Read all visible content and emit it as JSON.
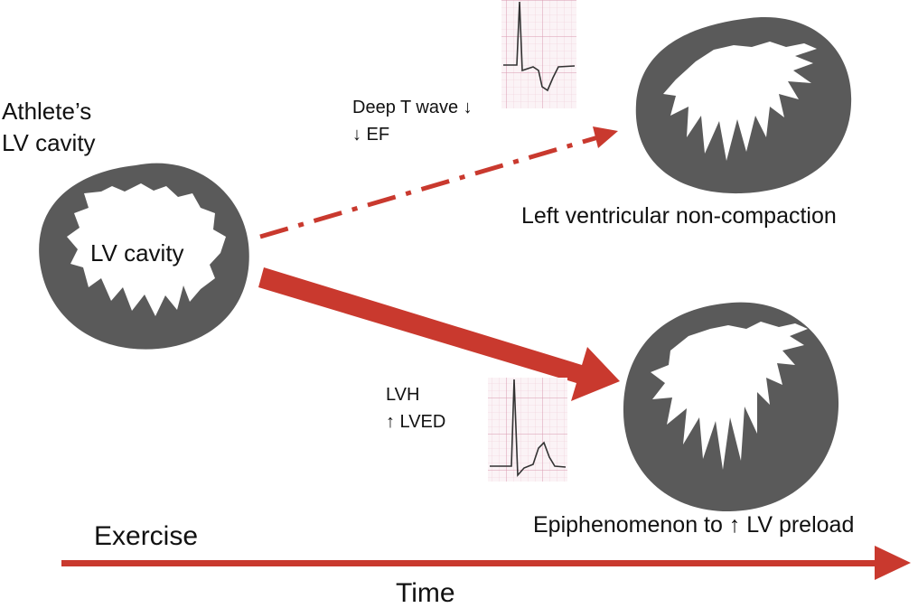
{
  "labels": {
    "athlete_line1": "Athlete’s",
    "athlete_line2": "LV cavity",
    "lv_cavity": "LV cavity",
    "deep_t_wave": "Deep T wave ↓",
    "ef": "↓ EF",
    "lvh": "LVH",
    "lved": "↑ LVED",
    "lv_noncompaction": "Left ventricular non-compaction",
    "epiphenomenon": "Epiphenomenon to ↑ LV preload",
    "exercise": "Exercise",
    "time": "Time"
  },
  "colors": {
    "heart_wall": "#5a5a5a",
    "arrow_red": "#c9392e",
    "ecg_grid": "#e8b9c9",
    "ecg_trace": "#333333"
  }
}
